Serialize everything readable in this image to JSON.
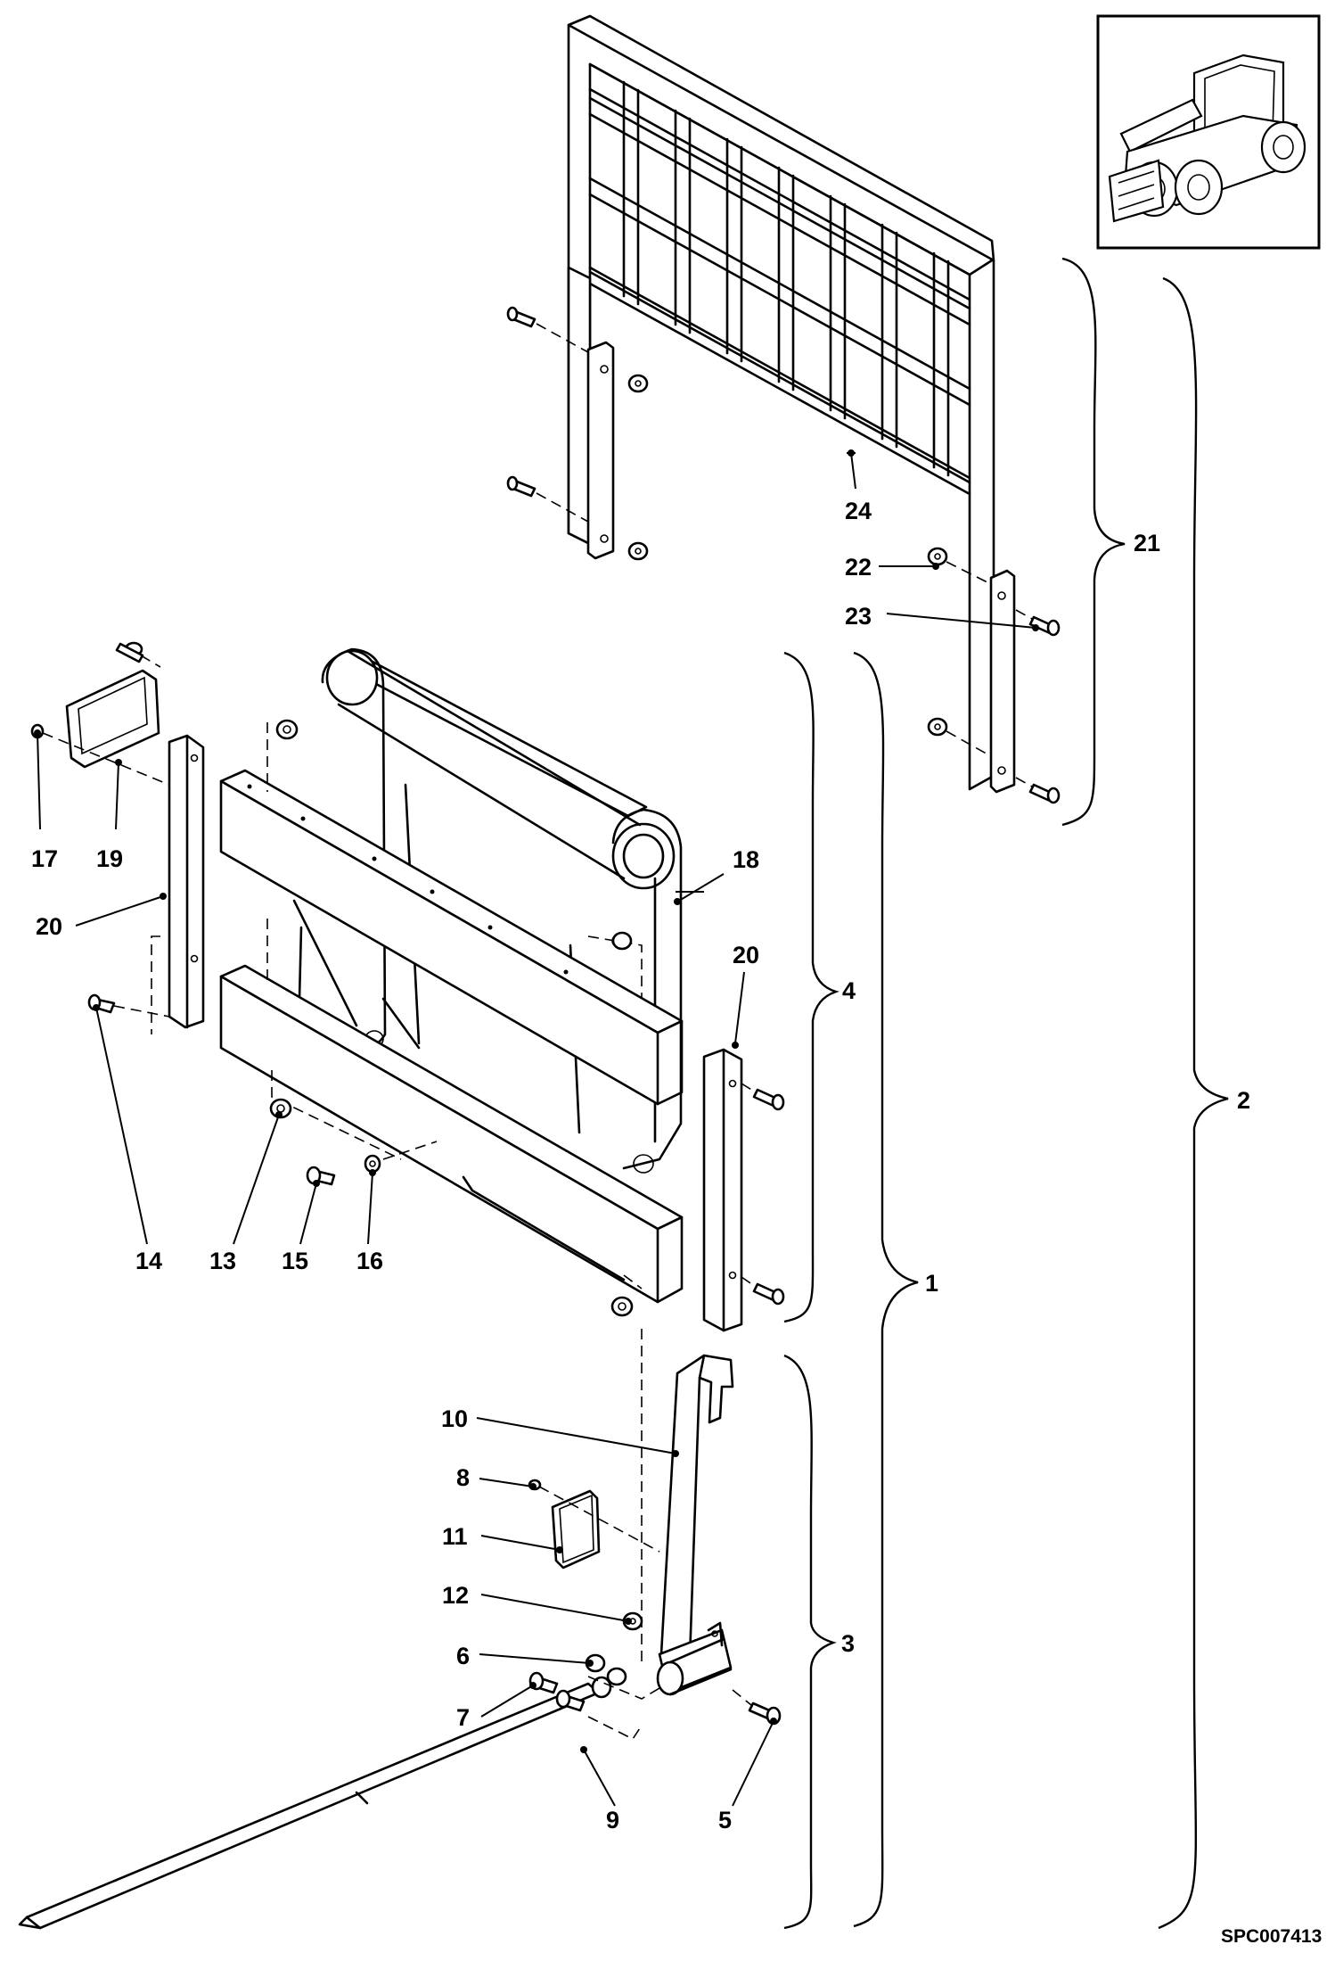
{
  "diagram": {
    "document_id": "SPC007413",
    "inset_icon": "telehandler-machine-icon",
    "callouts": {
      "c1": "1",
      "c2": "2",
      "c3": "3",
      "c4": "4",
      "c5": "5",
      "c6": "6",
      "c7": "7",
      "c8": "8",
      "c9": "9",
      "c10": "10",
      "c11": "11",
      "c12": "12",
      "c13": "13",
      "c14": "14",
      "c15": "15",
      "c16": "16",
      "c17": "17",
      "c18": "18",
      "c19": "19",
      "c20a": "20",
      "c20b": "20",
      "c21": "21",
      "c22": "22",
      "c23": "23",
      "c24": "24"
    }
  }
}
